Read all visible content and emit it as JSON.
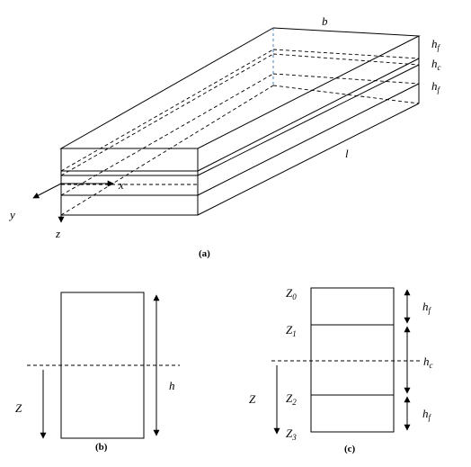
{
  "panel_a": {
    "caption": "(a)",
    "width_label": "b",
    "length_label": "l",
    "thickness_labels": [
      {
        "base": "h",
        "sub": "f"
      },
      {
        "base": "h",
        "sub": "c"
      },
      {
        "base": "h",
        "sub": "f"
      }
    ],
    "axes": {
      "x": "x",
      "y": "y",
      "z": "z"
    }
  },
  "panel_b": {
    "caption": "(b)",
    "height_label": "h",
    "z_label": "Z"
  },
  "panel_c": {
    "caption": "(c)",
    "z_label": "Z",
    "layer_labels": [
      {
        "base": "Z",
        "sub": "0"
      },
      {
        "base": "Z",
        "sub": "1"
      },
      {
        "base": "Z",
        "sub": "2"
      },
      {
        "base": "Z",
        "sub": "3"
      }
    ],
    "thickness_labels": [
      {
        "base": "h",
        "sub": "f"
      },
      {
        "base": "h",
        "sub": "c"
      },
      {
        "base": "h",
        "sub": "f"
      }
    ]
  }
}
